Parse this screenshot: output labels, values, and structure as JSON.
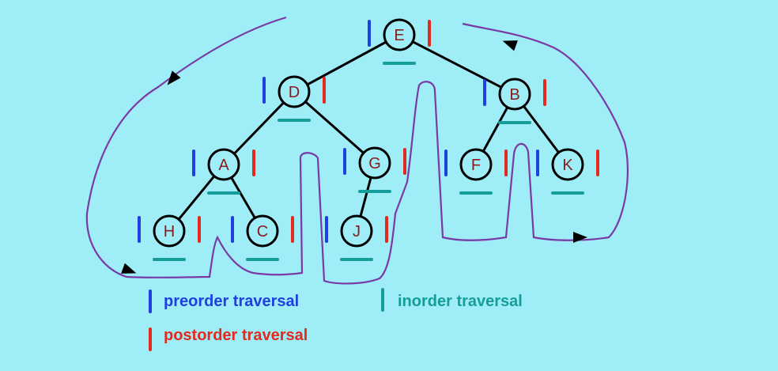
{
  "colors": {
    "background": "#9feef7",
    "preorder": "#1f3fe0",
    "postorder": "#e42a1f",
    "inorder": "#159d9a",
    "path": "#7a3aa6",
    "node_text": "#8b1a1a",
    "edge": "#000000"
  },
  "nodes": [
    {
      "id": "E",
      "label": "E"
    },
    {
      "id": "D",
      "label": "D"
    },
    {
      "id": "B",
      "label": "B"
    },
    {
      "id": "A",
      "label": "A"
    },
    {
      "id": "G",
      "label": "G"
    },
    {
      "id": "F",
      "label": "F"
    },
    {
      "id": "K",
      "label": "K"
    },
    {
      "id": "H",
      "label": "H"
    },
    {
      "id": "C",
      "label": "C"
    },
    {
      "id": "J",
      "label": "J"
    }
  ],
  "edges": [
    [
      "E",
      "D"
    ],
    [
      "E",
      "B"
    ],
    [
      "D",
      "A"
    ],
    [
      "D",
      "G"
    ],
    [
      "B",
      "F"
    ],
    [
      "B",
      "K"
    ],
    [
      "A",
      "H"
    ],
    [
      "A",
      "C"
    ],
    [
      "G",
      "J"
    ]
  ],
  "legend": {
    "preorder": "preorder traversal",
    "inorder": "inorder traversal",
    "postorder": "postorder traversal"
  }
}
